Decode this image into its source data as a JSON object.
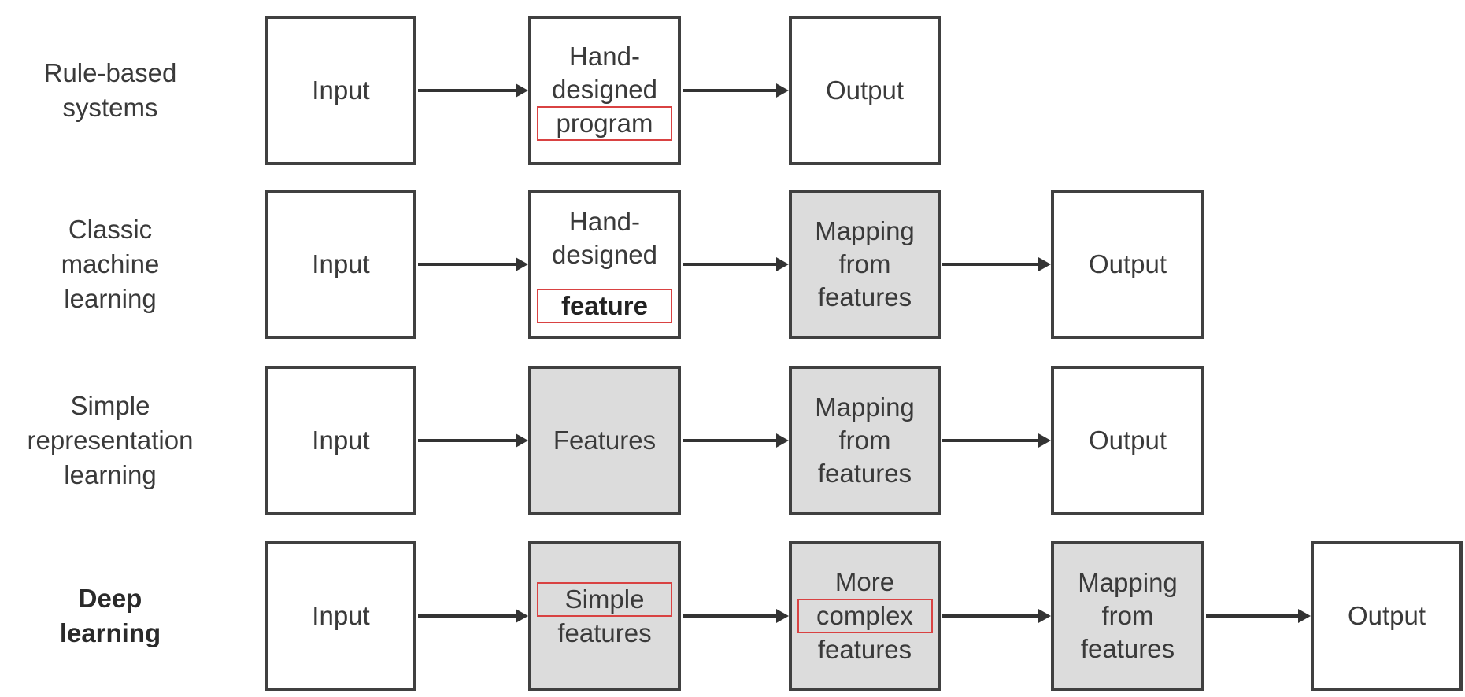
{
  "colors": {
    "background": "#ffffff",
    "box_border": "#404040",
    "shaded_box_fill": "#dcdcdc",
    "plain_box_fill": "#ffffff",
    "text": "#3a3a3a",
    "arrow": "#333333",
    "highlight_rect": "#d94242"
  },
  "rows": [
    {
      "label": "Rule-based\nsystems",
      "boxes": [
        {
          "lines": [
            "Input"
          ],
          "shaded": false
        },
        {
          "lines": [
            "Hand-",
            "designed",
            "program"
          ],
          "shaded": false,
          "highlighted_word": "program"
        },
        {
          "lines": [
            "Output"
          ],
          "shaded": false
        }
      ]
    },
    {
      "label": "Classic\nmachine\nlearning",
      "boxes": [
        {
          "lines": [
            "Input"
          ],
          "shaded": false
        },
        {
          "lines": [
            "Hand-",
            "designed",
            "feature"
          ],
          "shaded": false,
          "highlighted_word": "feature"
        },
        {
          "lines": [
            "Mapping",
            "from",
            "features"
          ],
          "shaded": true
        },
        {
          "lines": [
            "Output"
          ],
          "shaded": false
        }
      ]
    },
    {
      "label": "Simple\nrepresentation\nlearning",
      "boxes": [
        {
          "lines": [
            "Input"
          ],
          "shaded": false
        },
        {
          "lines": [
            "Features"
          ],
          "shaded": true
        },
        {
          "lines": [
            "Mapping",
            "from",
            "features"
          ],
          "shaded": true
        },
        {
          "lines": [
            "Output"
          ],
          "shaded": false
        }
      ]
    },
    {
      "label": "Deep\nlearning",
      "label_bold": true,
      "boxes": [
        {
          "lines": [
            "Input"
          ],
          "shaded": false
        },
        {
          "lines": [
            "Simple",
            "features"
          ],
          "shaded": true,
          "highlighted_word": "Simple"
        },
        {
          "lines": [
            "More",
            "complex",
            "features"
          ],
          "shaded": true,
          "highlighted_word": "complex"
        },
        {
          "lines": [
            "Mapping",
            "from",
            "features"
          ],
          "shaded": true
        },
        {
          "lines": [
            "Output"
          ],
          "shaded": false
        }
      ]
    }
  ]
}
